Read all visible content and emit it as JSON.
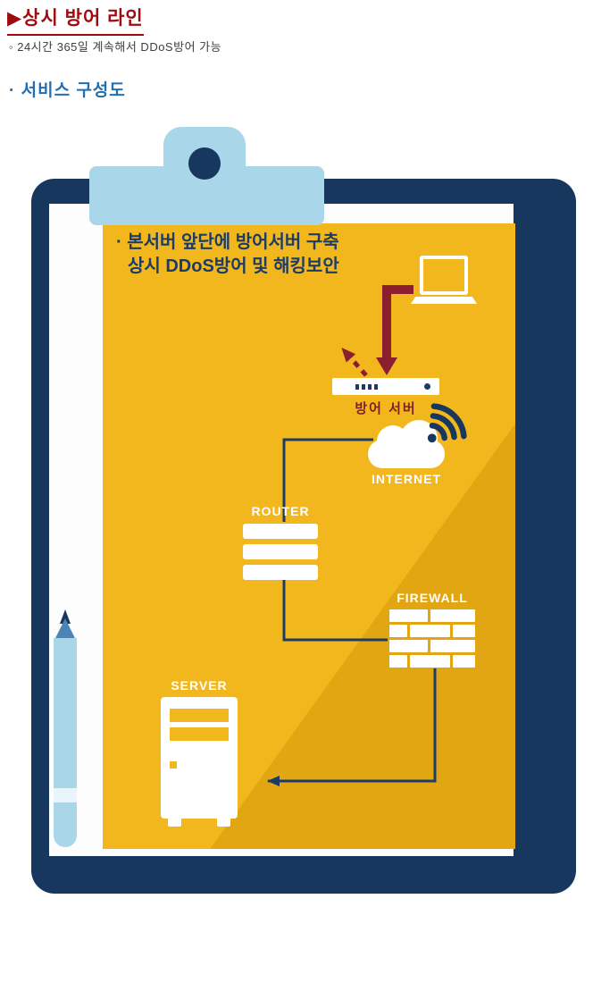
{
  "header": {
    "title": "▶상시 방어 라인",
    "subtitle": "◦ 24시간 365일 계속해서 DDoS방어 가능",
    "section_title": "· 서비스 구성도"
  },
  "diagram": {
    "note_line1": "· 본서버 앞단에 방어서버 구축",
    "note_line2": "상시 DDoS방어 및 해킹보안",
    "defense_server_label": "방어 서버",
    "internet_label": "INTERNET",
    "router_label": "ROUTER",
    "firewall_label": "FIREWALL",
    "server_label": "SERVER"
  },
  "icons": {
    "attacker": "laptop-icon",
    "attack": "attack-arrow-icon",
    "deflect": "deflect-dashed-arrow-icon",
    "defense": "defense-server-bar-icon",
    "internet": "cloud-icon + wifi-icon",
    "router": "router-stack-icon",
    "firewall": "brick-wall-icon",
    "server": "server-tower-icon",
    "decor": "clipboard-icon + pen-icon"
  },
  "colors": {
    "title_red": "#9e0b0f",
    "arrow_maroon": "#8c1f2f",
    "clipboard_navy": "#17375e",
    "clip_light_blue": "#a9d6e9",
    "paper_yellow": "#f2b71d",
    "paper_shadow_yellow": "#e2a613",
    "section_blue": "#1f6fb2",
    "connector_navy": "#1c3c66",
    "defense_label_maroon": "#7d2028",
    "label_white": "#ffffff"
  }
}
